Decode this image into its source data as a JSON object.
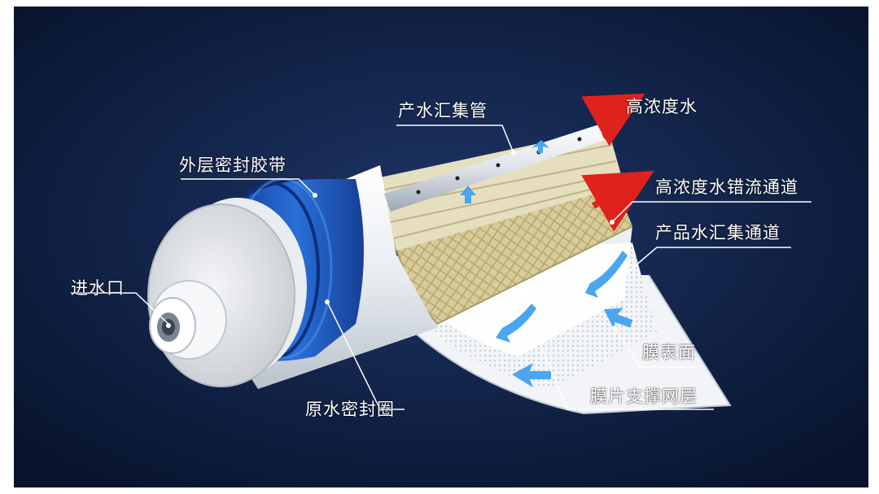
{
  "diagram": {
    "labels": {
      "inlet": "进水口",
      "outer_tape": "外层密封胶带",
      "collection_pipe": "产水汇集管",
      "concentrate": "高浓度水",
      "concentrate_channel": "高浓度水错流通道",
      "product_channel": "产品水汇集通道",
      "membrane_surface": "膜表面",
      "support_layer": "膜片支撑网层",
      "raw_water_seal": "原水密封圈"
    },
    "colors": {
      "background": "#0c1a3a",
      "seal_blue": "#1f5fc7",
      "flow_arrow_blue": "#4aa6ee",
      "concentrate_arrow_red": "#e0221c",
      "mesh_beige": "#d9cfa4"
    }
  }
}
